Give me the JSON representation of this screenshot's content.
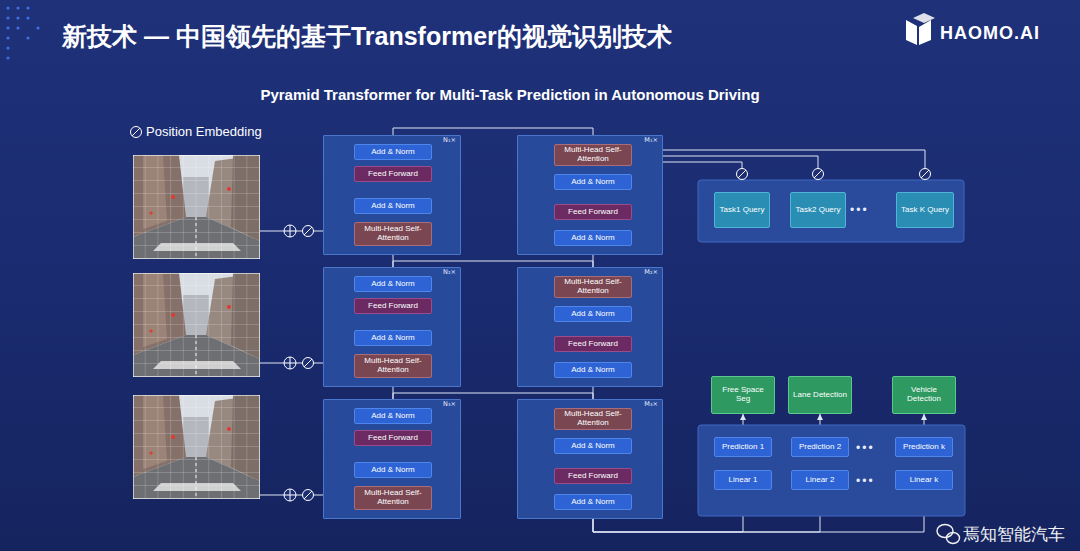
{
  "diagram": {
    "title": "新技术 — 中国领先的基于Transformer的视觉识别技术",
    "nodes": [
      {
        "text": [
          "N₁×"
        ]
      },
      {
        "text": [
          "Add & Norm"
        ],
        "in": 0
      },
      {
        "text": [
          "Feed Forward"
        ],
        "in": 0
      },
      {
        "text": [
          "Add & Norm"
        ],
        "in": 0
      },
      {
        "text": [
          "Multi-Head Self-Attention"
        ],
        "in": 0
      },
      {
        "text": [
          "M₁×"
        ]
      },
      {
        "text": [
          "Multi-Head Self-Attention"
        ],
        "in": 5
      },
      {
        "text": [
          "Add & Norm"
        ],
        "in": 5
      },
      {
        "text": [
          "Feed Forward"
        ],
        "in": 5
      },
      {
        "text": [
          "Add & Norm"
        ],
        "in": 5
      },
      {
        "text": [
          "Task1 Query"
        ]
      },
      {
        "text": [
          "Task2 Query"
        ]
      },
      {
        "text": [
          "Task K Query"
        ]
      },
      {
        "text": [
          "N₂×"
        ]
      },
      {
        "text": [
          "Add & Norm"
        ],
        "in": 13
      },
      {
        "text": [
          "Feed Forward"
        ],
        "in": 13
      },
      {
        "text": [
          "Add & Norm"
        ],
        "in": 13
      },
      {
        "text": [
          "Multi-Head Self-Attention"
        ],
        "in": 13
      },
      {
        "text": [
          "M₂×"
        ]
      },
      {
        "text": [
          "Multi-Head Self-Attention"
        ],
        "in": 18
      },
      {
        "text": [
          "Add & Norm"
        ],
        "in": 18
      },
      {
        "text": [
          "Feed Forward"
        ],
        "in": 18
      },
      {
        "text": [
          "Add & Norm"
        ],
        "in": 18
      },
      {
        "text": [
          "N₃×"
        ]
      },
      {
        "text": [
          "Add & Norm"
        ],
        "in": 23
      },
      {
        "text": [
          "Feed Forward"
        ],
        "in": 23
      },
      {
        "text": [
          "Add & Norm"
        ],
        "in": 23
      },
      {
        "text": [
          "Multi-Head Self-Attention"
        ],
        "in": 23
      },
      {
        "text": [
          "M₃×"
        ]
      },
      {
        "text": [
          "Multi-Head Self-Attention"
        ],
        "in": 28
      },
      {
        "text": [
          "Add & Norm"
        ],
        "in": 28
      },
      {
        "text": [
          "Feed Forward"
        ],
        "in": 28
      },
      {
        "text": [
          "Add & Norm"
        ],
        "in": 28
      },
      {
        "text": [
          "Free Space Seg"
        ]
      },
      {
        "text": [
          "Lane Detection"
        ]
      },
      {
        "text": [
          "Vehicle Detection"
        ]
      },
      {
        "text": [
          "Prediction 1"
        ]
      },
      {
        "text": [
          "Prediction 2"
        ]
      },
      {
        "text": [
          "Prediction k"
        ]
      },
      {
        "text": [
          "Linear 1"
        ]
      },
      {
        "text": [
          "Linear 2"
        ]
      },
      {
        "text": [
          "Linear k"
        ]
      }
    ],
    "edges": [
      {
        "from": 4,
        "to": 3,
        "arrow": "to"
      },
      {
        "from": 3,
        "to": 2,
        "arrow": "to"
      },
      {
        "from": 2,
        "to": 1,
        "arrow": "to"
      },
      {
        "from": 6,
        "to": 7,
        "arrow": "to"
      },
      {
        "from": 7,
        "to": 8,
        "arrow": "to"
      },
      {
        "from": 8,
        "to": 9,
        "arrow": "to"
      },
      {
        "from": 1,
        "to": 6,
        "arrow": "to"
      },
      {
        "from": 10,
        "to": 6,
        "arrow": "to"
      },
      {
        "from": 11,
        "to": 6,
        "arrow": "to"
      },
      {
        "from": 12,
        "to": 6,
        "arrow": "to"
      },
      {
        "from": 17,
        "to": 16,
        "arrow": "to"
      },
      {
        "from": 16,
        "to": 15,
        "arrow": "to"
      },
      {
        "from": 15,
        "to": 14,
        "arrow": "to"
      },
      {
        "from": 14,
        "to": 4,
        "arrow": "to"
      },
      {
        "from": 14,
        "to": 19,
        "arrow": "to"
      },
      {
        "from": 19,
        "to": 20,
        "arrow": "to"
      },
      {
        "from": 20,
        "to": 21,
        "arrow": "to"
      },
      {
        "from": 21,
        "to": 22,
        "arrow": "to"
      },
      {
        "from": 9,
        "to": 19,
        "arrow": "to"
      },
      {
        "from": 27,
        "to": 26,
        "arrow": "to"
      },
      {
        "from": 26,
        "to": 25,
        "arrow": "to"
      },
      {
        "from": 25,
        "to": 24,
        "arrow": "to"
      },
      {
        "from": 24,
        "to": 17,
        "arrow": "to"
      },
      {
        "from": 24,
        "to": 29,
        "arrow": "to"
      },
      {
        "from": 29,
        "to": 30,
        "arrow": "to"
      },
      {
        "from": 30,
        "to": 31,
        "arrow": "to"
      },
      {
        "from": 31,
        "to": 32,
        "arrow": "to"
      },
      {
        "from": 22,
        "to": 29,
        "arrow": "to"
      },
      {
        "from": 32,
        "to": 39,
        "arrow": "to"
      },
      {
        "from": 32,
        "to": 40,
        "arrow": "to"
      },
      {
        "from": 32,
        "to": 41,
        "arrow": "to"
      },
      {
        "from": 39,
        "to": 36,
        "arrow": "to"
      },
      {
        "from": 40,
        "to": 37,
        "arrow": "to"
      },
      {
        "from": 41,
        "to": 38,
        "arrow": "to"
      },
      {
        "from": 36,
        "to": 33,
        "arrow": "to"
      },
      {
        "from": 37,
        "to": 34,
        "arrow": "to"
      },
      {
        "from": 38,
        "to": 35,
        "arrow": "to"
      }
    ],
    "labels": [
      "Pyramid Transformer for Multi-Task Prediction in Autonomous Driving",
      "Position Embedding",
      "•••",
      "•••",
      "•••",
      "HAOMO.AI",
      "焉知智能汽车"
    ]
  }
}
